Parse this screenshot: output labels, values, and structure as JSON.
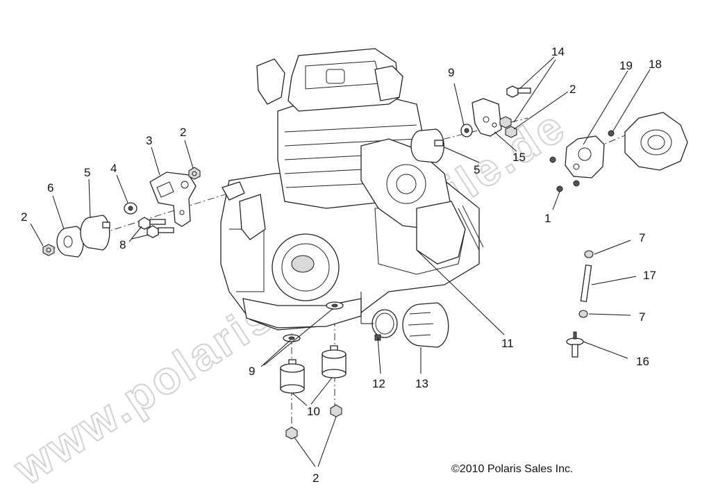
{
  "diagram": {
    "copyright": "©2010  Polaris Sales Inc.",
    "watermark": "www.polaris-ersatzteile.de",
    "callouts": {
      "c2_front_nut": "2",
      "c6_spacer": "6",
      "c5_left_mount": "5",
      "c4_washer": "4",
      "c3_bracket": "3",
      "c2_bracket_nut": "2",
      "c8_bolts": "8",
      "c9_top_washer": "9",
      "c14_bolts": "14",
      "c2_top_right_nut": "2",
      "c15_right_bracket": "15",
      "c5_right_mount": "5",
      "c19_plate": "19",
      "c18_screw": "18",
      "c1_screws": "1",
      "c7_top_cap": "7",
      "c17_tube": "17",
      "c7_bottom_cap": "7",
      "c16_valve": "16",
      "c11_assembly": "11",
      "c9_bottom_washers": "9",
      "c10_mounts": "10",
      "c12_clamp": "12",
      "c13_boot": "13",
      "c2_bottom_nuts": "2"
    }
  }
}
